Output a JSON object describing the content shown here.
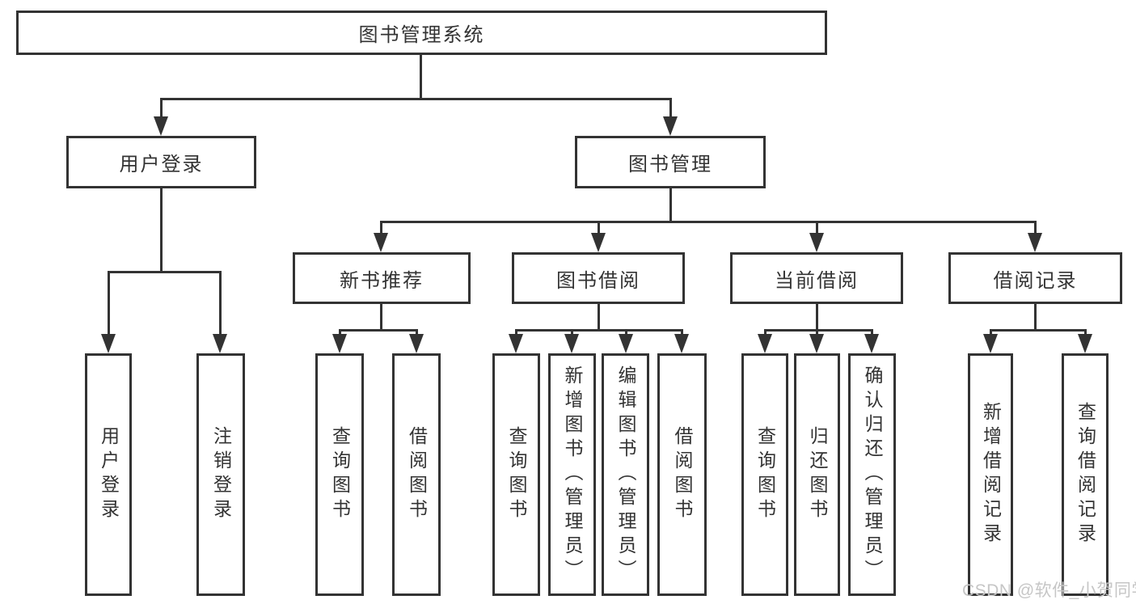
{
  "tree": {
    "label": "图书管理系统",
    "children": [
      {
        "label": "用户登录",
        "children": [
          {
            "label": "用户登录"
          },
          {
            "label": "注销登录"
          }
        ]
      },
      {
        "label": "图书管理",
        "children": [
          {
            "label": "新书推荐",
            "children": [
              {
                "label": "查询图书"
              },
              {
                "label": "借阅图书"
              }
            ]
          },
          {
            "label": "图书借阅",
            "children": [
              {
                "label": "查询图书"
              },
              {
                "label": "新增图书（管理员）"
              },
              {
                "label": "编辑图书（管理员）"
              },
              {
                "label": "借阅图书"
              }
            ]
          },
          {
            "label": "当前借阅",
            "children": [
              {
                "label": "查询图书"
              },
              {
                "label": "归还图书"
              },
              {
                "label": "确认归还（管理员）"
              }
            ]
          },
          {
            "label": "借阅记录",
            "children": [
              {
                "label": "新增借阅记录"
              },
              {
                "label": "查询借阅记录"
              }
            ]
          }
        ]
      }
    ]
  },
  "watermark": "CSDN @软件_小贺同学",
  "colors": {
    "line": "#333333",
    "text": "#333333",
    "watermark": "#c6c6c6",
    "background": "#ffffff"
  }
}
